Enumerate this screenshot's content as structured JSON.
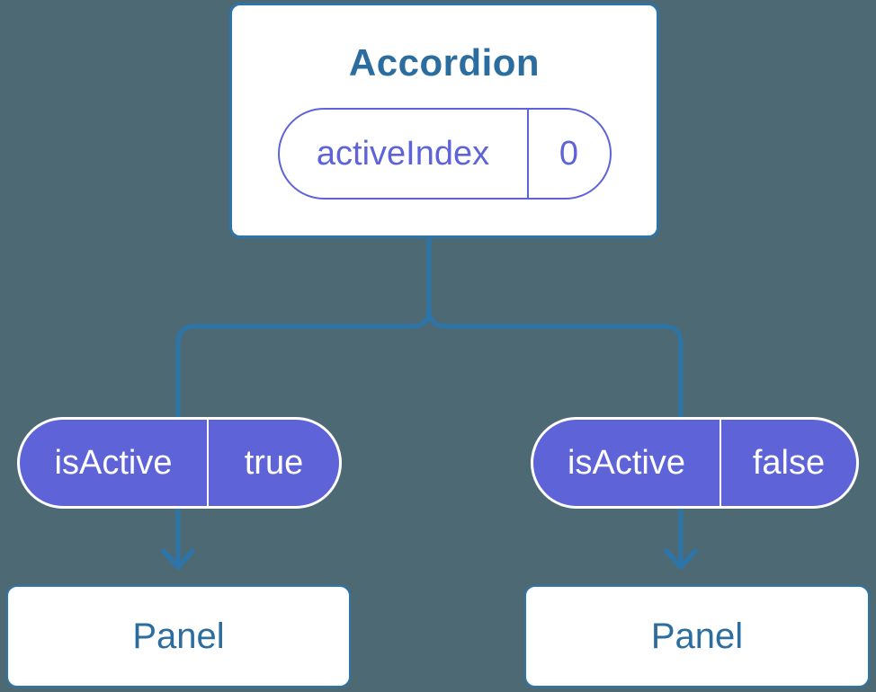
{
  "diagram": {
    "description": "component-tree-state-diagram",
    "root": {
      "title": "Accordion",
      "state_pill": {
        "label": "activeIndex",
        "value": "0"
      }
    },
    "branches": [
      {
        "prop_pill": {
          "label": "isActive",
          "value": "true"
        },
        "panel_label": "Panel"
      },
      {
        "prop_pill": {
          "label": "isActive",
          "value": "false"
        },
        "panel_label": "Panel"
      }
    ],
    "colors": {
      "background": "#4d6a74",
      "connector_blue": "#2d74a9",
      "text_blue": "#2b6d9e",
      "purple": "#5e63d8",
      "card_background": "#ffffff"
    }
  }
}
